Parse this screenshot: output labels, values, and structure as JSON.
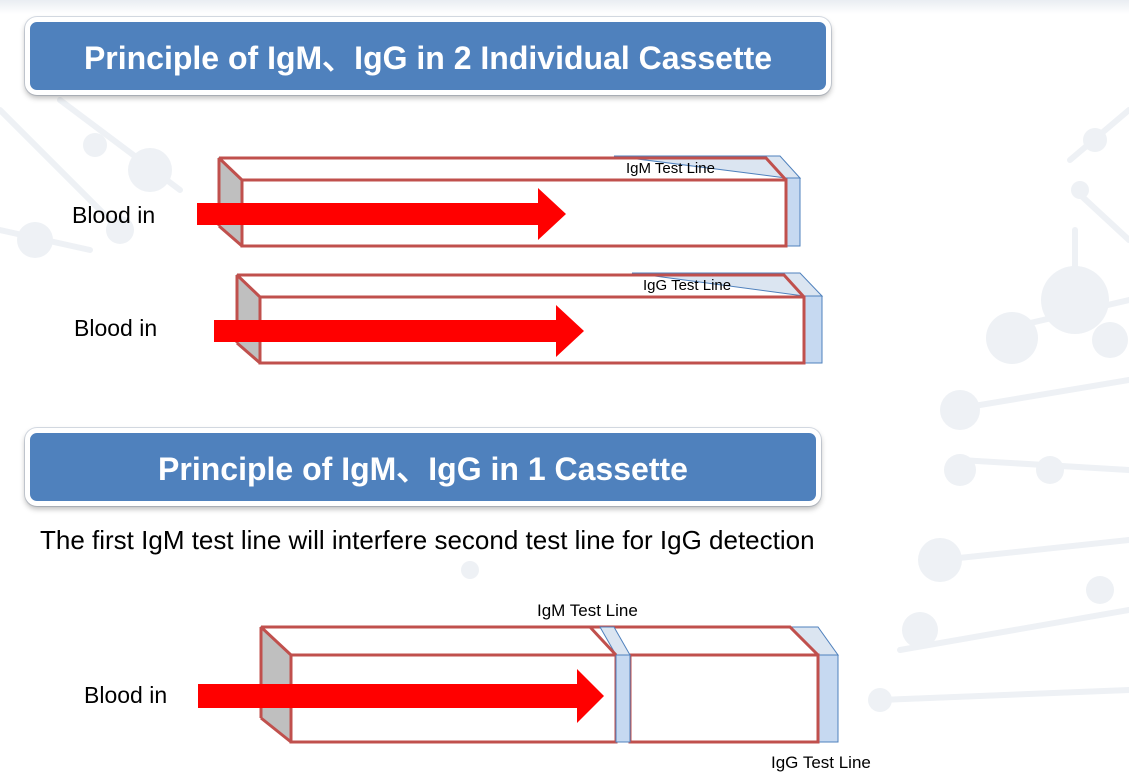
{
  "section_two_cassettes": {
    "title": "Principle of IgM、IgG in 2 Individual Cassette",
    "strips": [
      {
        "blood_label": "Blood in",
        "test_line_label": "IgM Test Line"
      },
      {
        "blood_label": "Blood in",
        "test_line_label": "IgG Test Line"
      }
    ]
  },
  "section_one_cassette": {
    "title": "Principle of IgM、IgG in 1 Cassette",
    "description": "The first IgM test line will interfere second test line for IgG detection",
    "blood_label": "Blood in",
    "first_line_label": "IgM Test Line",
    "second_line_label": "IgG Test Line"
  },
  "colors": {
    "banner": "#4f81bd",
    "strip_border": "#c0504d",
    "arrow": "#ff0000",
    "test_line": "#c6d9f1",
    "strip_end": "#bfbfbf"
  }
}
